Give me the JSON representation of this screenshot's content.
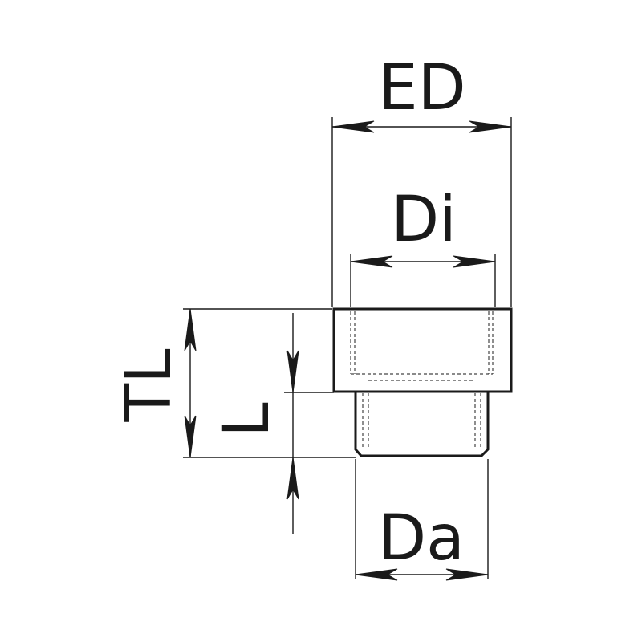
{
  "labels": {
    "outer_diameter": "ED",
    "inner_diameter": "Di",
    "thread_diameter": "Da",
    "total_length": "TL",
    "thread_length": "L"
  },
  "colors": {
    "line": "#1a1a1a",
    "background": "#ffffff"
  }
}
